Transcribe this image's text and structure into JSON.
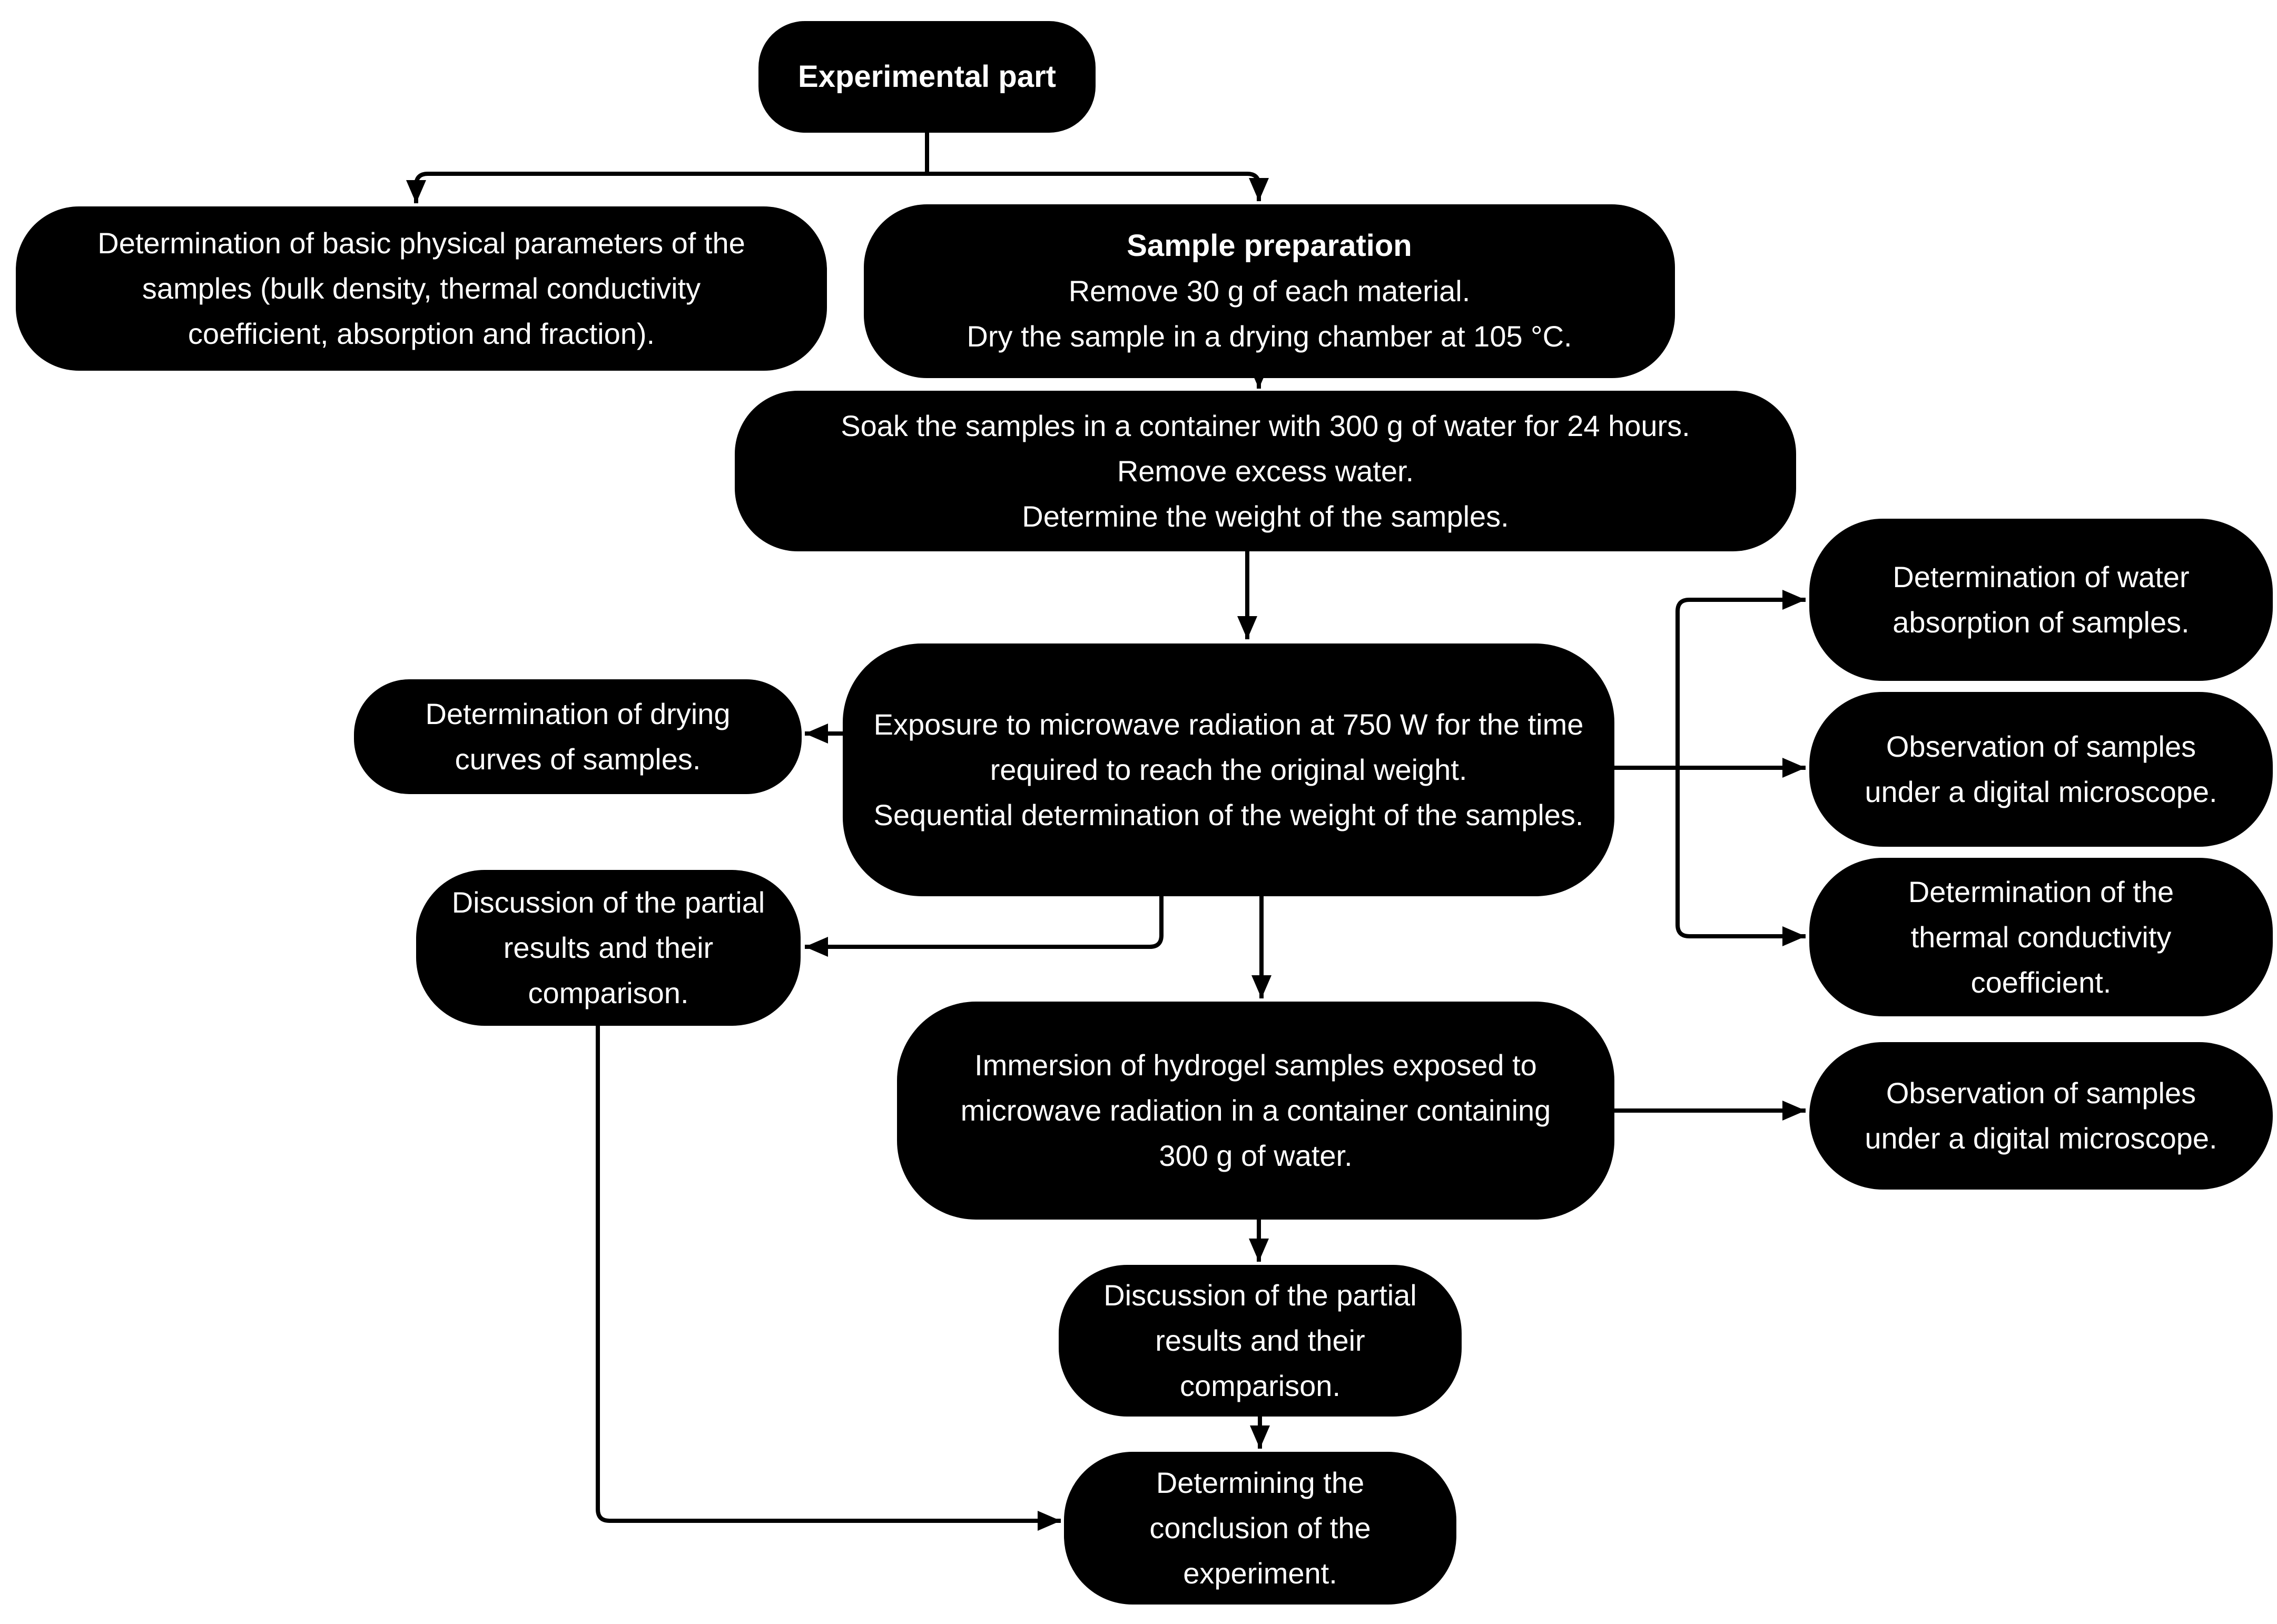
{
  "diagram": {
    "type": "flowchart",
    "colors": {
      "background": "#ffffff",
      "node_fill": "#000000",
      "node_text": "#ffffff",
      "line_color": "#000000"
    },
    "nodes": {
      "experimental": {
        "line1": "Experimental part"
      },
      "basic_params": {
        "line1": "Determination of basic physical parameters of the",
        "line2": "samples (bulk density, thermal conductivity",
        "line3": "coefficient, absorption and fraction)."
      },
      "sample_prep": {
        "title": "Sample preparation",
        "line2": "Remove 30 g of each material.",
        "line3": "Dry the sample in a drying chamber at 105 °C."
      },
      "soak": {
        "line1": "Soak the samples in a container with 300 g of water for 24 hours.",
        "line2": "Remove excess water.",
        "line3": "Determine the weight of the samples."
      },
      "exposure": {
        "line1": "Exposure to microwave radiation at 750 W for the time",
        "line2": "required to reach the original weight.",
        "line3": "Sequential determination of the weight of the samples."
      },
      "drying": {
        "line1": "Determination of drying",
        "line2": "curves of samples."
      },
      "discussion_left": {
        "line1": "Discussion of the partial",
        "line2": "results and their",
        "line3": "comparison."
      },
      "immersion": {
        "line1": "Immersion of hydrogel samples exposed to",
        "line2": "microwave radiation in a container containing",
        "line3": "300 g of water."
      },
      "water_absorption": {
        "line1": "Determination of water",
        "line2": "absorption of samples."
      },
      "microscope_1": {
        "line1": "Observation of samples",
        "line2": "under a digital microscope."
      },
      "thermal": {
        "line1": "Determination of the",
        "line2": "thermal conductivity",
        "line3": "coefficient."
      },
      "microscope_2": {
        "line1": "Observation of samples",
        "line2": "under a digital microscope."
      },
      "discussion_bottom": {
        "line1": "Discussion of the partial",
        "line2": "results and their",
        "line3": "comparison."
      },
      "conclusion": {
        "line1": "Determining the",
        "line2": "conclusion of the",
        "line3": "experiment."
      }
    }
  }
}
